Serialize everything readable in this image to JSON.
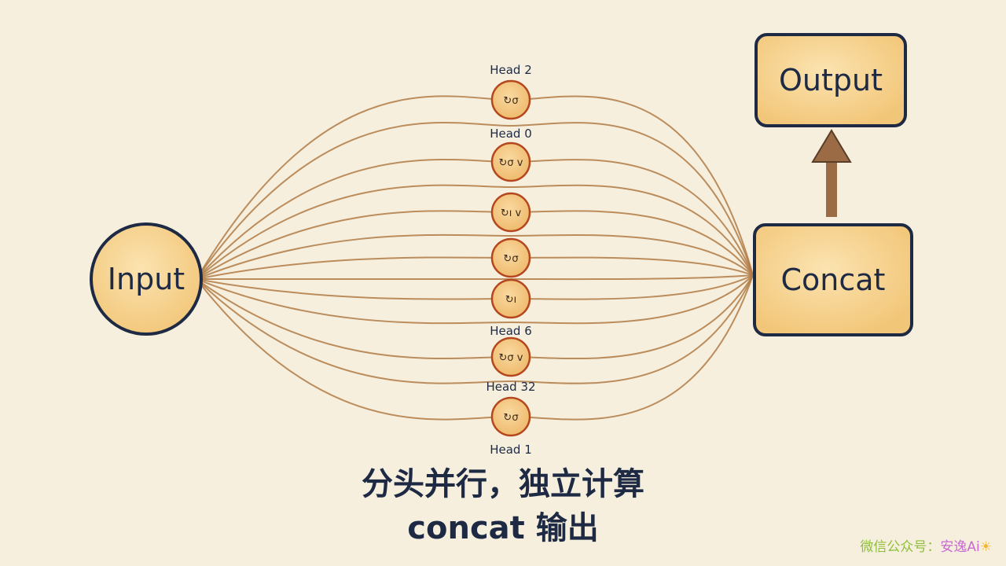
{
  "nodes": {
    "input": "Input",
    "concat": "Concat",
    "output": "Output"
  },
  "heads": [
    {
      "label": "Head 2",
      "glyph": "↻σ"
    },
    {
      "label": "Head 0",
      "glyph": "↻σ v"
    },
    {
      "label": "",
      "glyph": "↻ı v"
    },
    {
      "label": "",
      "glyph": "↻σ"
    },
    {
      "label": "",
      "glyph": "↻ı"
    },
    {
      "label": "Head 6",
      "glyph": "↻σ v"
    },
    {
      "label": "Head 32",
      "glyph": ""
    },
    {
      "label": "Head 1",
      "glyph": "↻σ"
    }
  ],
  "caption": {
    "line1": "分头并行，独立计算",
    "line2": "concat 输出"
  },
  "watermark": {
    "prefix": "微信公众号：",
    "brand": "安逸Ai",
    "mark": "☀"
  },
  "colors": {
    "background": "#f6efdd",
    "node_fill": "#f7d28c",
    "node_stroke": "#1e2a44",
    "line": "#b07a45",
    "arrow": "#9a6b45"
  }
}
